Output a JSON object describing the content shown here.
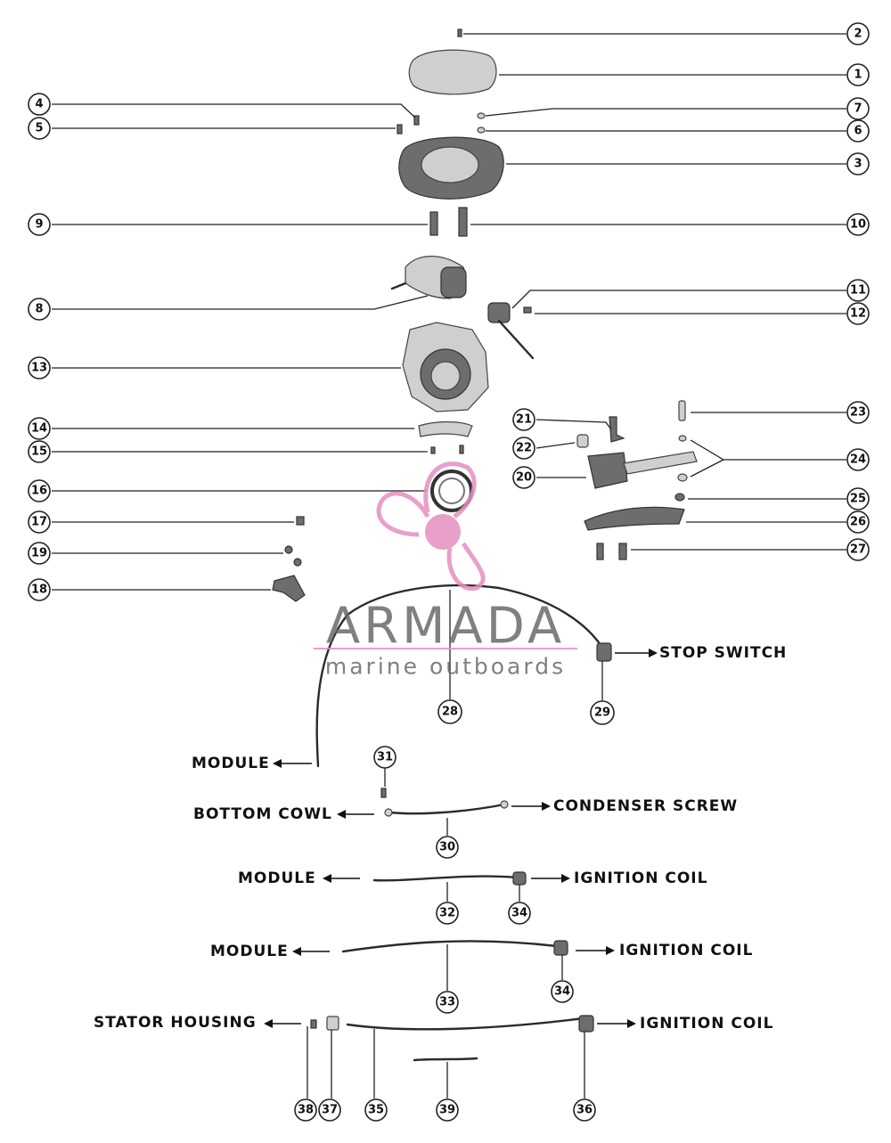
{
  "callouts": [
    {
      "num": "1"
    },
    {
      "num": "2"
    },
    {
      "num": "3"
    },
    {
      "num": "4"
    },
    {
      "num": "5"
    },
    {
      "num": "6"
    },
    {
      "num": "7"
    },
    {
      "num": "8"
    },
    {
      "num": "9"
    },
    {
      "num": "10"
    },
    {
      "num": "11"
    },
    {
      "num": "12"
    },
    {
      "num": "13"
    },
    {
      "num": "14"
    },
    {
      "num": "15"
    },
    {
      "num": "16"
    },
    {
      "num": "17"
    },
    {
      "num": "18"
    },
    {
      "num": "19"
    },
    {
      "num": "20"
    },
    {
      "num": "21"
    },
    {
      "num": "22"
    },
    {
      "num": "23"
    },
    {
      "num": "24"
    },
    {
      "num": "25"
    },
    {
      "num": "26"
    },
    {
      "num": "27"
    },
    {
      "num": "28"
    },
    {
      "num": "29"
    },
    {
      "num": "30"
    },
    {
      "num": "31"
    },
    {
      "num": "32"
    },
    {
      "num": "33"
    },
    {
      "num": "34"
    },
    {
      "num": "34"
    },
    {
      "num": "35"
    },
    {
      "num": "36"
    },
    {
      "num": "37"
    },
    {
      "num": "38"
    },
    {
      "num": "39"
    }
  ],
  "labels": {
    "stop_switch": "STOP SWITCH",
    "module_1": "MODULE",
    "bottom_cowl": "BOTTOM COWL",
    "condenser_screw": "CONDENSER SCREW",
    "module_2": "MODULE",
    "ignition_coil_1": "IGNITION COIL",
    "module_3": "MODULE",
    "ignition_coil_2": "IGNITION COIL",
    "stator_housing": "STATOR HOUSING",
    "ignition_coil_3": "IGNITION COIL"
  },
  "watermark": {
    "name": "ARMADA",
    "tagline": "marine outboards",
    "logo_color": "#e58fc0",
    "text_color": "#6a6a6a"
  }
}
